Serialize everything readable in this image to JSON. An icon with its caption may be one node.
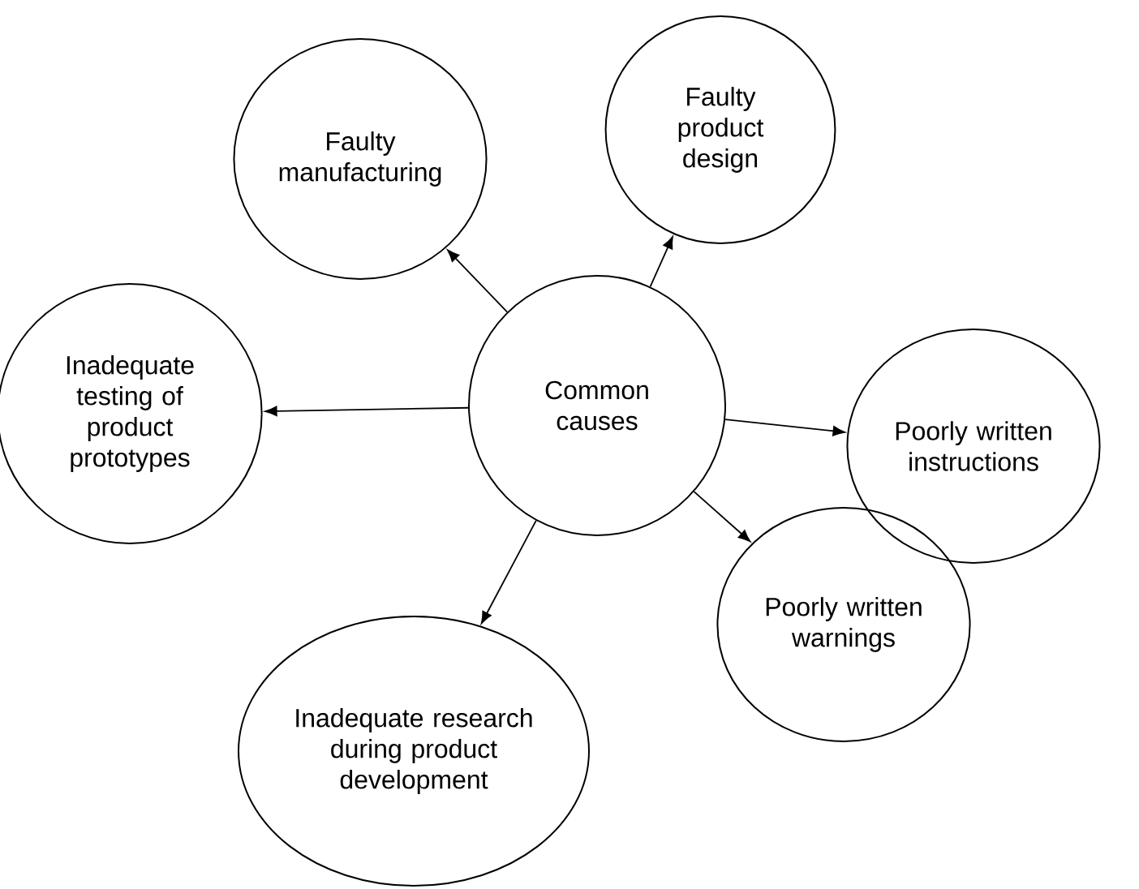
{
  "diagram": {
    "nodes": [
      {
        "text": [
          "Faulty manufacturing"
        ]
      },
      {
        "text": [
          "Faulty product design"
        ]
      },
      {
        "text": [
          "Inadequate testing of product prototypes"
        ]
      },
      {
        "text": [
          "Common causes"
        ]
      },
      {
        "text": [
          "Poorly written instructions"
        ]
      },
      {
        "text": [
          "Poorly written warnings"
        ]
      },
      {
        "text": [
          "Inadequate research during product development"
        ]
      }
    ],
    "edges": [
      {
        "from": 3,
        "to": 0,
        "arrow": "to"
      },
      {
        "from": 3,
        "to": 1,
        "arrow": "to"
      },
      {
        "from": 3,
        "to": 2,
        "arrow": "to"
      },
      {
        "from": 3,
        "to": 4,
        "arrow": "to"
      },
      {
        "from": 3,
        "to": 5,
        "arrow": "to"
      },
      {
        "from": 3,
        "to": 6,
        "arrow": "to"
      }
    ]
  }
}
